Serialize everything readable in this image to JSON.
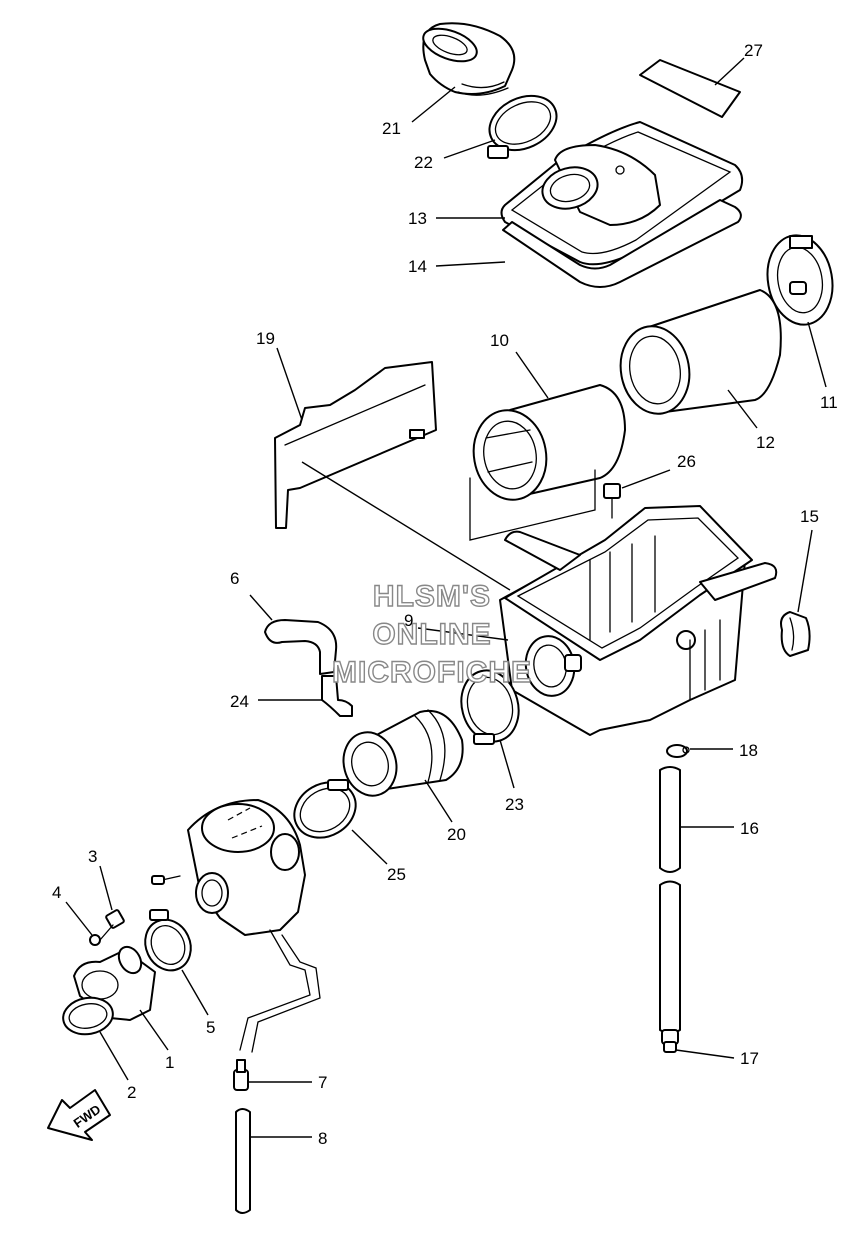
{
  "watermark": {
    "line1": "HLSM'S",
    "line2": "ONLINE",
    "line3": "MICROFICHE"
  },
  "direction_arrow": {
    "label": "FWD"
  },
  "part_labels": {
    "p1": "1",
    "p2": "2",
    "p3": "3",
    "p4": "4",
    "p5": "5",
    "p6": "6",
    "p7": "7",
    "p8": "8",
    "p9": "9",
    "p10": "10",
    "p11": "11",
    "p12": "12",
    "p13": "13",
    "p14": "14",
    "p15": "15",
    "p16": "16",
    "p17": "17",
    "p18": "18",
    "p19": "19",
    "p20": "20",
    "p21": "21",
    "p22": "22",
    "p23": "23",
    "p24": "24",
    "p25": "25",
    "p26": "26",
    "p27": "27"
  }
}
